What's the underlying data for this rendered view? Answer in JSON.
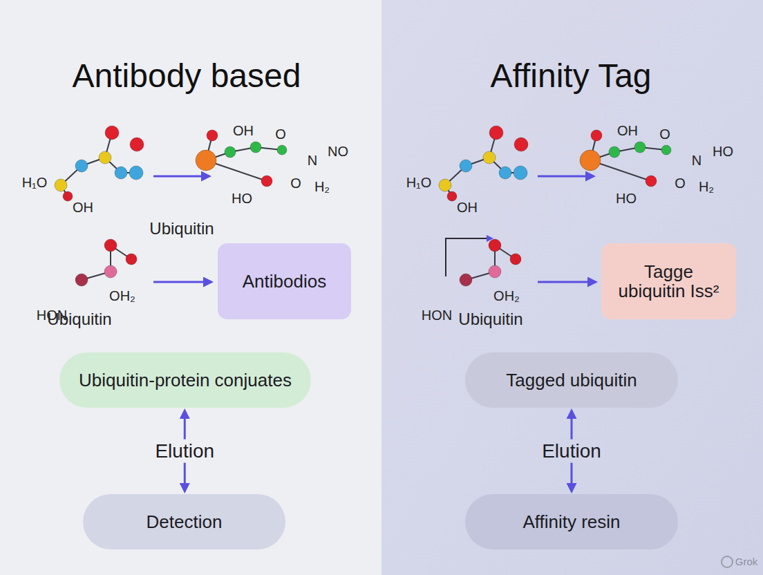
{
  "diagram": {
    "nodes": [
      {
        "text": [
          "Antibodios"
        ]
      },
      {
        "text": [
          "Ubiquitin-protein conjuates"
        ]
      },
      {
        "text": [
          "Detection"
        ]
      },
      {
        "text": [
          "Tagge ubiquitin Iss²"
        ]
      },
      {
        "text": [
          "Tagged ubiquitin"
        ]
      },
      {
        "text": [
          "Affinity resin"
        ]
      }
    ],
    "edges": [
      {
        "from": 1,
        "to": 2,
        "label": "Elution",
        "arrow": "both"
      },
      {
        "from": 4,
        "to": 5,
        "label": "Elution",
        "arrow": "both"
      }
    ],
    "labels": [
      "Antibody based",
      "Affinity Tag",
      "OH",
      "O",
      "N",
      "NO",
      "O",
      "H₂",
      "HO",
      "H₁O",
      "OH",
      "Ubiquitin",
      "HON",
      "OH₂",
      "Ubiquitin",
      "OH",
      "O",
      "N",
      "HO",
      "O",
      "H₂",
      "HO",
      "H₁O",
      "OH",
      "HON",
      "OH₂",
      "Ubiquitin",
      "Grok"
    ]
  }
}
